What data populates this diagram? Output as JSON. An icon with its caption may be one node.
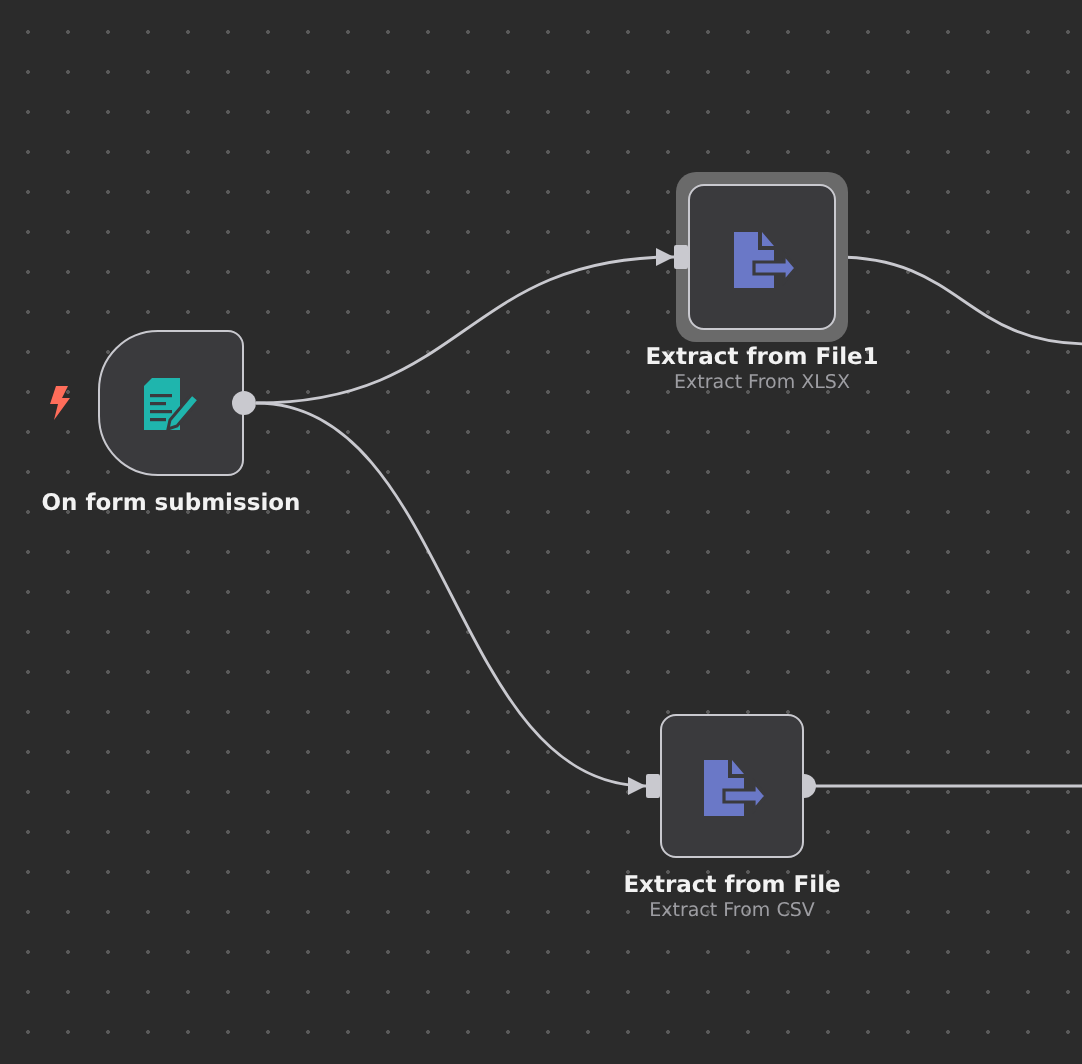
{
  "diagram": {
    "nodes": [
      {
        "text": [
          "On form submission"
        ]
      },
      {
        "text": [
          "Extract from File1",
          "Extract From XLSX"
        ]
      },
      {
        "text": [
          "Extract from File",
          "Extract From CSV"
        ]
      }
    ],
    "edges": [
      {
        "from": 0,
        "to": 1,
        "arrow": "to"
      },
      {
        "from": 0,
        "to": 2,
        "arrow": "to"
      },
      {
        "from": 1,
        "to": null,
        "arrow": "other"
      },
      {
        "from": 2,
        "to": null,
        "arrow": "other"
      }
    ]
  }
}
